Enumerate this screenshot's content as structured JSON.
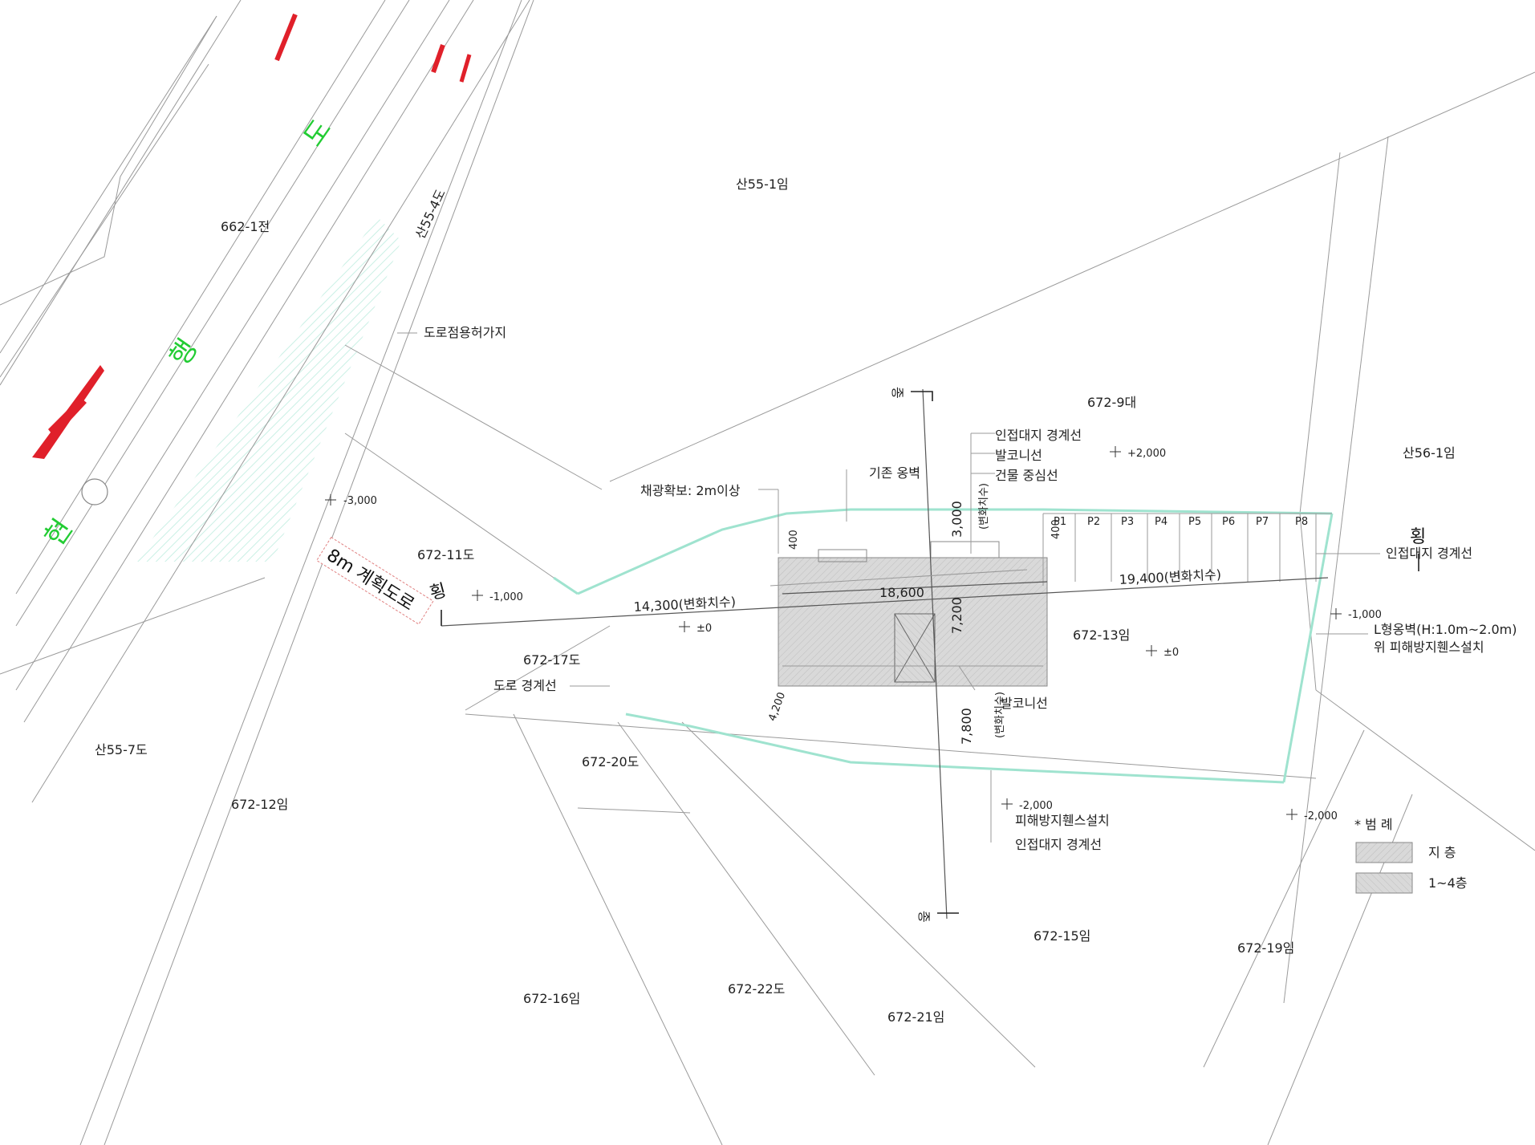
{
  "road": {
    "name_chars": [
      "도",
      "행",
      "현"
    ],
    "planned_road_label": "8m 계획도로",
    "permit_label": "도로점용허가지"
  },
  "parcels": {
    "p662_1": "662-1전",
    "san55_1": "산55-1임",
    "san55_4": "산55-4도",
    "p672_9": "672-9대",
    "san56_1": "산56-1임",
    "p672_11": "672-11도",
    "p672_17": "672-17도",
    "p672_13": "672-13임",
    "san55_7": "산55-7도",
    "p672_12": "672-12임",
    "p672_20": "672-20도",
    "p672_15": "672-15임",
    "p672_19": "672-19임",
    "p672_16": "672-16임",
    "p672_22": "672-22도",
    "p672_21": "672-21임"
  },
  "annotations": {
    "adjacent_boundary_1": "인접대지 경계선",
    "balcony_line_1": "발코니선",
    "building_center_line": "건물 중심선",
    "existing_retaining_wall": "기존 옹벽",
    "daylight": "채광확보: 2m이상",
    "road_boundary": "도로 경계선",
    "balcony_line_2": "발코니선",
    "damage_fence_1": "피해방지휀스설치",
    "adjacent_boundary_2": "인접대지 경계선",
    "adjacent_boundary_3": "인접대지 경계선",
    "l_wall_1": "L형옹벽(H:1.0m~2.0m)",
    "l_wall_2": "위 피해방지휀스설치",
    "section_long_top": "종",
    "section_long_bottom": "종",
    "section_cross_left": "횡",
    "section_cross_right": "횡"
  },
  "levels": {
    "lv_m3000": "-3,000",
    "lv_m1000_a": "-1,000",
    "lv_0_a": "±0",
    "lv_p2000": "+2,000",
    "lv_m1000_b": "-1,000",
    "lv_0_b": "±0",
    "lv_m2000_a": "-2,000",
    "lv_m2000_b": "-2,000"
  },
  "dimensions": {
    "d14300": "14,300(변화치수)",
    "d18600": "18,600",
    "d19400": "19,400(변화치수)",
    "d3000": "3,000",
    "d3000_var": "(변화치수)",
    "d7200": "7,200",
    "d7800": "7,800",
    "d7800_var": "(변화치수)",
    "d4200": "4,200",
    "d400_a": "400",
    "d400_b": "400"
  },
  "parking": [
    "P1",
    "P2",
    "P3",
    "P4",
    "P5",
    "P6",
    "P7",
    "P8"
  ],
  "legend": {
    "title": "* 범    례",
    "basement": "지 층",
    "floors": "1~4층"
  },
  "colors": {
    "road_hatch": "#9fe3cf",
    "road_text": "#22cc33",
    "red_mark": "#e0202a",
    "building_fill": "#d9d9d9"
  }
}
